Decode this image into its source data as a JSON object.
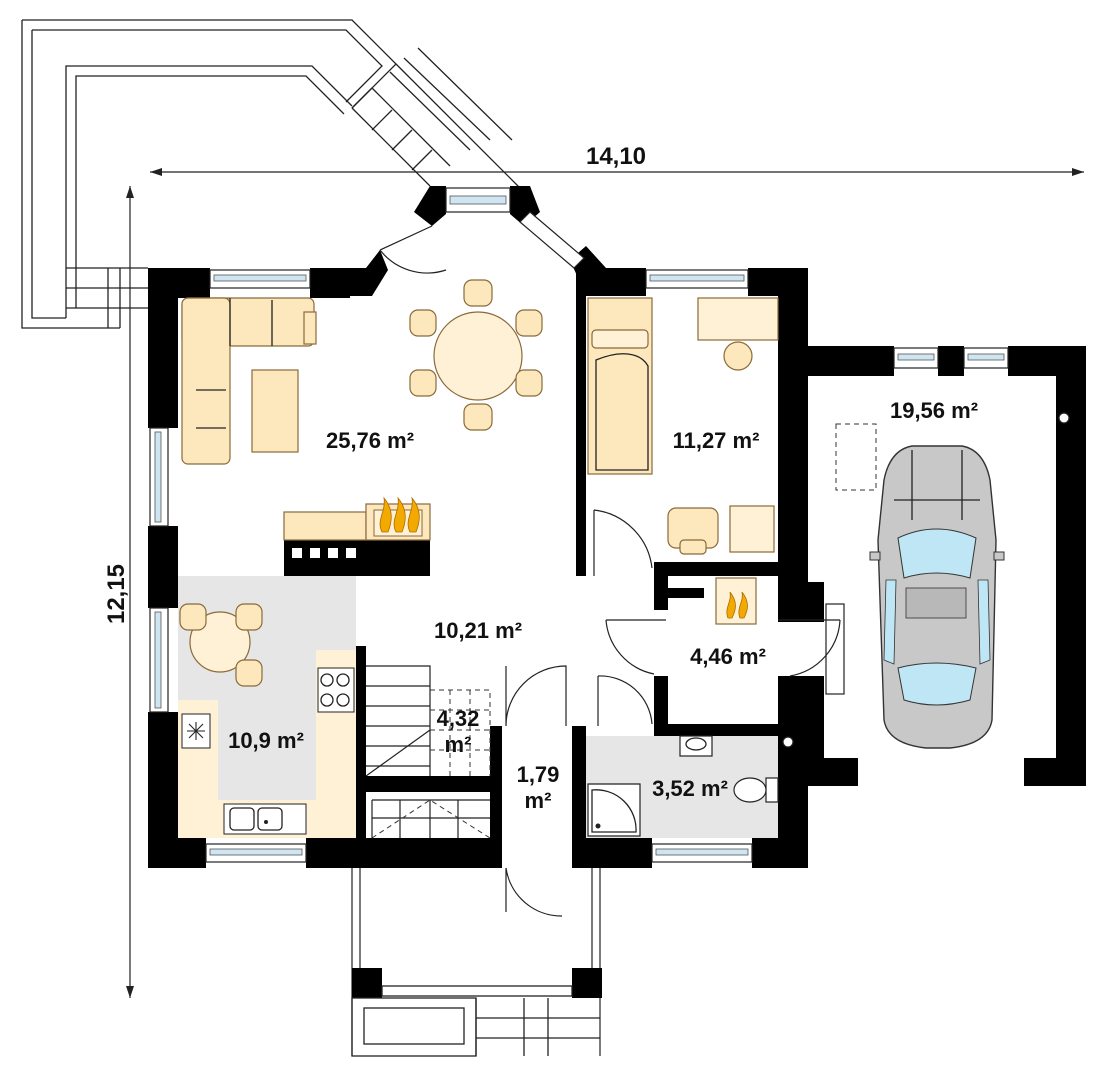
{
  "plan": {
    "dimensions": {
      "width": "14,10",
      "depth": "12,15"
    },
    "rooms": [
      {
        "id": "living",
        "area": "25,76 m²"
      },
      {
        "id": "bedroom",
        "area": "11,27 m²"
      },
      {
        "id": "garage",
        "area": "19,56 m²"
      },
      {
        "id": "hall",
        "area": "10,21 m²"
      },
      {
        "id": "boiler",
        "area": "4,46 m²"
      },
      {
        "id": "kitchen",
        "area": "10,9 m²"
      },
      {
        "id": "stairs",
        "area_line1": "4,32",
        "area_line2": "m²"
      },
      {
        "id": "vestibule",
        "area_line1": "1,79",
        "area_line2": "m²"
      },
      {
        "id": "bathroom",
        "area": "3,52 m²"
      }
    ],
    "colors": {
      "wall": "#000000",
      "furniture": "#fde7bd",
      "wet_area": "#e6e6e6",
      "car_glass": "#bfe6f5",
      "fire": "#f2a900"
    }
  }
}
